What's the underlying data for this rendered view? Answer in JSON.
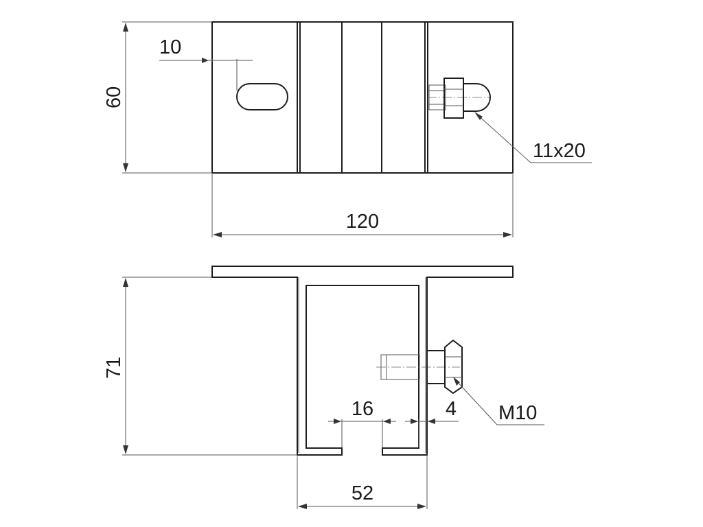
{
  "drawing": {
    "colors": {
      "line": "#1e1e1e",
      "dimension": "#555555",
      "background": "#ffffff"
    },
    "top_view": {
      "dim_height": "60",
      "dim_width": "120",
      "dim_slot_offset": "10",
      "callout_slot": "11x20"
    },
    "front_view": {
      "dim_height": "71",
      "dim_opening": "16",
      "dim_wall": "4",
      "dim_channel_width": "52",
      "callout_bolt": "M10"
    }
  }
}
